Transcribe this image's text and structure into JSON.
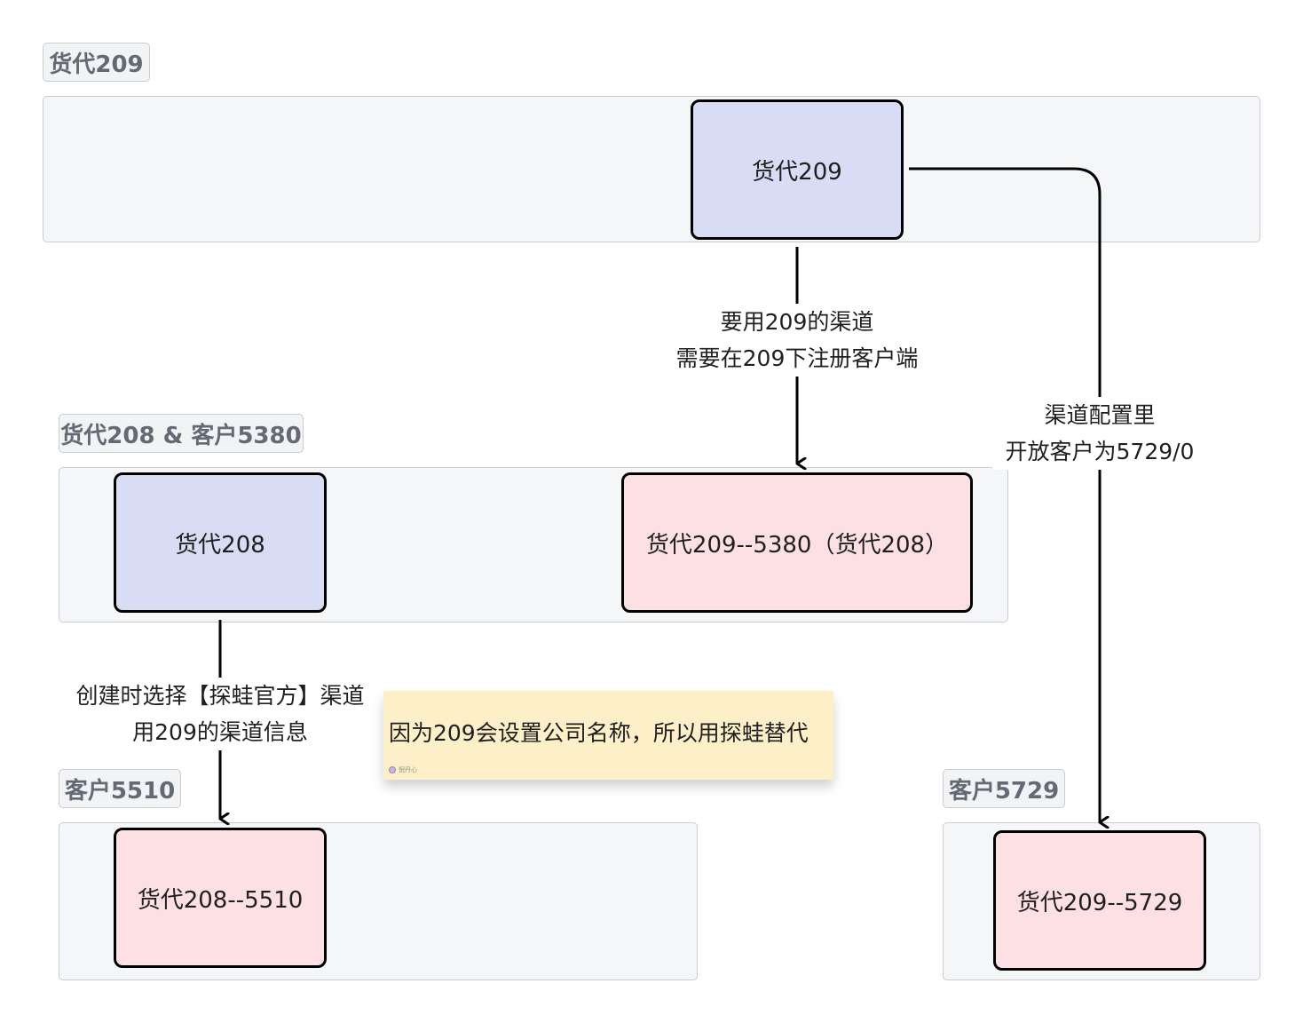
{
  "groups": [
    {
      "id": "g209",
      "label": "货代209"
    },
    {
      "id": "g208",
      "label": "货代208 & 客户5380"
    },
    {
      "id": "g5510",
      "label": "客户5510"
    },
    {
      "id": "g5729",
      "label": "客户5729"
    }
  ],
  "nodes": {
    "n209": "货代209",
    "n208": "货代208",
    "n209_5380": "货代209--5380（货代208）",
    "n208_5510": "货代208--5510",
    "n209_5729": "货代209--5729"
  },
  "edges": [
    {
      "from": "货代209",
      "to": "货代209--5380（货代208）",
      "label_lines": [
        "要用209的渠道",
        "需要在209下注册客户端"
      ]
    },
    {
      "from": "货代209",
      "to": "货代209--5729",
      "label_lines": [
        "渠道配置里",
        "开放客户为5729/0"
      ]
    },
    {
      "from": "货代208",
      "to": "货代208--5510",
      "label_lines": [
        "创建时选择【探蛙官方】渠道",
        "用209的渠道信息"
      ]
    }
  ],
  "sticky_note": {
    "text": "因为209会设置公司名称，所以用探蛙替代",
    "author": "倪丹心"
  },
  "colors": {
    "agent_node": "#d8dcf4",
    "client_node": "#fde0e3",
    "group_bg": "#f5f6f8",
    "sticky_bg": "#fdf0c9"
  }
}
